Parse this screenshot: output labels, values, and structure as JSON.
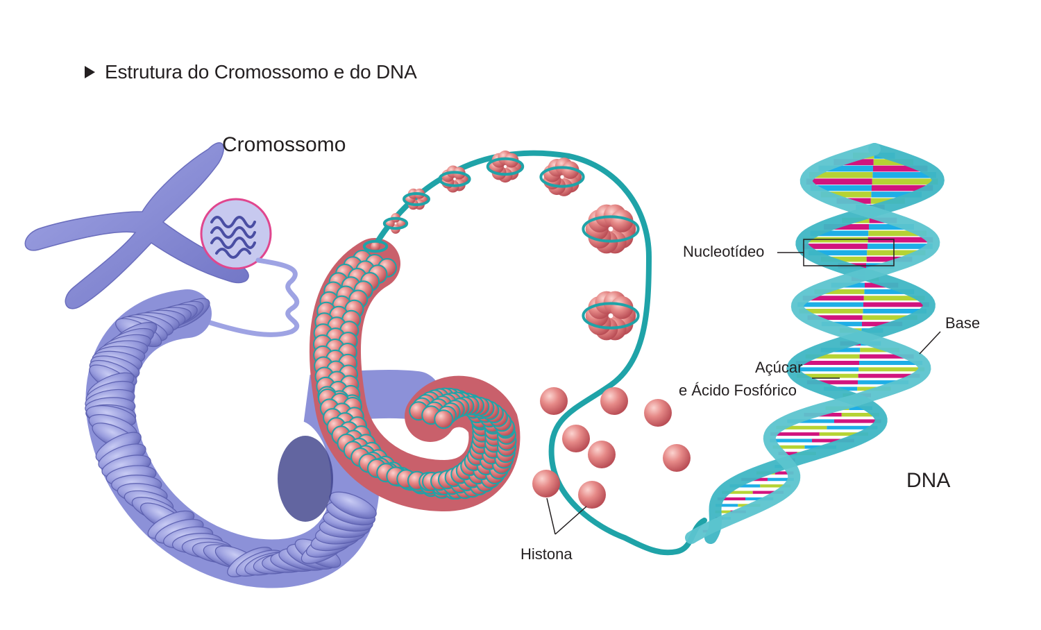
{
  "title": "Estrutura do Cromossomo e do DNA",
  "labels": {
    "chromosome": "Cromossomo",
    "nucleotide": "Nucleotídeo",
    "base": "Base",
    "sugar_line1": "Açúcar",
    "sugar_line2": "e Ácido Fosfórico",
    "histone": "Histona",
    "dna": "DNA"
  },
  "colors": {
    "chromosome": "#8b8fd6",
    "chromosome_dark": "#6a6dbd",
    "coil": "#9ea3e3",
    "histone": "#e07b7b",
    "histone_light": "#f4b3b0",
    "strand": "#1fa3a8",
    "helix": "#3fb6c4",
    "base_magenta": "#d1147e",
    "base_cyan": "#1eaee6",
    "base_lime": "#b5d334",
    "zoom_ring": "#e0468e"
  }
}
